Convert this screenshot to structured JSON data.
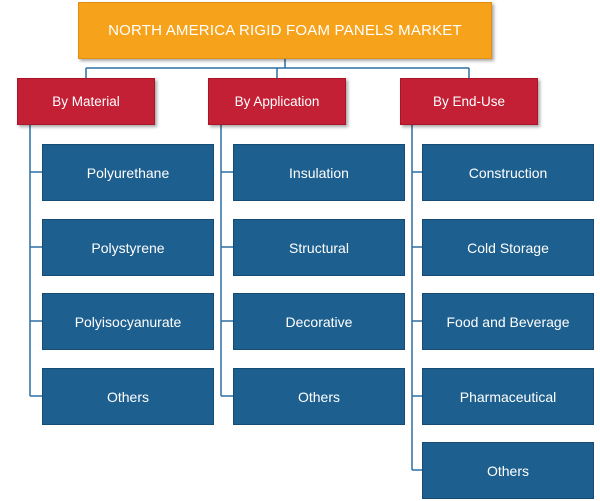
{
  "root": {
    "title": "NORTH AMERICA RIGID FOAM PANELS MARKET"
  },
  "categories": [
    {
      "label": "By Material",
      "items": [
        "Polyurethane",
        "Polystyrene",
        "Polyisocyanurate",
        "Others"
      ]
    },
    {
      "label": "By Application",
      "items": [
        "Insulation",
        "Structural",
        "Decorative",
        "Others"
      ]
    },
    {
      "label": "By End-Use",
      "items": [
        "Construction",
        "Cold Storage",
        "Food and Beverage",
        "Pharmaceutical",
        "Others"
      ]
    }
  ],
  "colors": {
    "root_fill": "#f7a21b",
    "category_fill": "#c31f35",
    "item_fill": "#1d5f8e",
    "connector": "#2c6fa3"
  }
}
